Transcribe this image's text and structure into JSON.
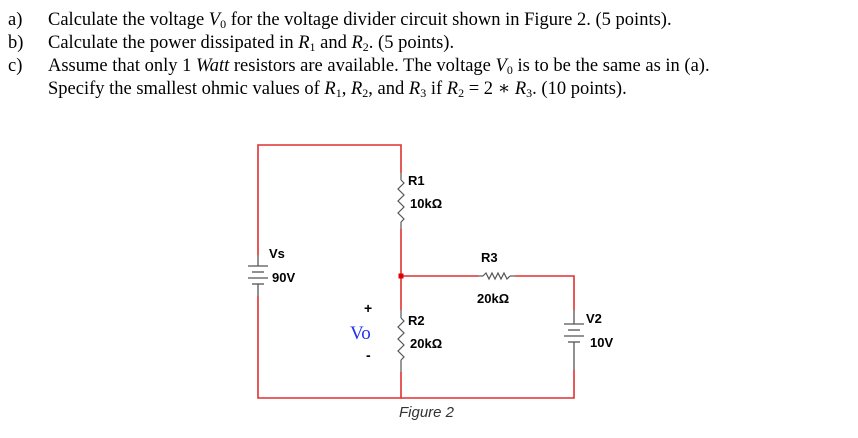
{
  "problem": {
    "a": {
      "label": "a)",
      "t1": "Calculate the voltage ",
      "v": "V",
      "v_sub": "0",
      "t2": " for the voltage divider circuit shown in Figure 2. (5 points)."
    },
    "b": {
      "label": "b)",
      "t1": "Calculate the power dissipated in ",
      "r1": "R",
      "r1_sub": "1",
      "t2": " and ",
      "r2": "R",
      "r2_sub": "2",
      "t3": ". (5 points)."
    },
    "c": {
      "label": "c)",
      "t1": "Assume that only 1 ",
      "watt": "Watt",
      "t2": " resistors are available. The voltage ",
      "v": "V",
      "v_sub": "0",
      "t3": " is to be the same as in (a).",
      "l2_t1": "Specify the smallest ohmic values of ",
      "r1": "R",
      "r1_sub": "1",
      "l2_t2": ", ",
      "r2": "R",
      "r2_sub": "2",
      "l2_t3": ", and ",
      "r3": "R",
      "r3_sub": "3",
      "l2_t4": " if ",
      "eq_r2": "R",
      "eq_r2_sub": "2",
      "eq": " = 2 ∗ ",
      "eq_r3": "R",
      "eq_r3_sub": "3",
      "l2_t5": ". (10 points)."
    }
  },
  "circuit": {
    "r1": {
      "name": "R1",
      "value": "10kΩ"
    },
    "r2": {
      "name": "R2",
      "value": "20kΩ"
    },
    "r3": {
      "name": "R3",
      "value": "20kΩ"
    },
    "vs": {
      "name": "Vs",
      "value": "90V"
    },
    "v2": {
      "name": "V2",
      "value": "10V"
    },
    "vo": {
      "label": "Vo",
      "plus": "+",
      "minus": "-"
    },
    "figure_caption": "Figure 2",
    "wire_color": "#e03030",
    "node_color": "#dd0000"
  }
}
